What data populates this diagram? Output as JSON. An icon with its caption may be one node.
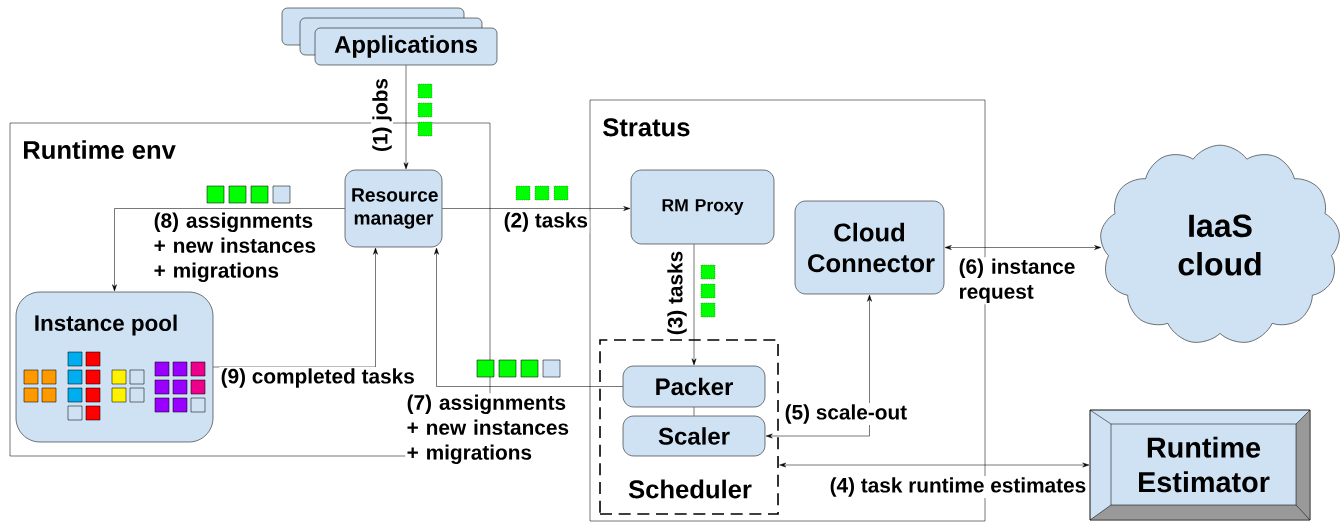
{
  "diagram": {
    "nodes": [
      {
        "text": [
          "Applications"
        ]
      },
      {
        "text": [
          "Runtime env"
        ]
      },
      {
        "text": [
          "Resource manager"
        ],
        "in": 1
      },
      {
        "text": [
          "Instance pool"
        ],
        "in": 1
      },
      {
        "text": [
          "Stratus"
        ]
      },
      {
        "text": [
          "RM Proxy"
        ],
        "in": 4
      },
      {
        "text": [
          "Cloud Connector"
        ],
        "in": 4
      },
      {
        "text": [
          "Scheduler"
        ],
        "in": 4
      },
      {
        "text": [
          "Packer"
        ],
        "in": 7
      },
      {
        "text": [
          "Scaler"
        ],
        "in": 7
      },
      {
        "text": [
          "IaaS cloud"
        ]
      },
      {
        "text": [
          "Runtime Estimator"
        ]
      }
    ],
    "edges": [
      {
        "from": 0,
        "to": 2,
        "arrow": "to",
        "label": "(1) jobs"
      },
      {
        "from": 2,
        "to": 5,
        "arrow": "to",
        "label": "(2) tasks"
      },
      {
        "from": 5,
        "to": 8,
        "arrow": "to",
        "label": "(3) tasks"
      },
      {
        "from": 7,
        "to": 11,
        "arrow": "both",
        "label": "(4) task runtime estimates"
      },
      {
        "from": 6,
        "to": 9,
        "arrow": "both",
        "label": "(5) scale-out"
      },
      {
        "from": 6,
        "to": 10,
        "arrow": "both",
        "label": "(6) instance request"
      },
      {
        "from": 8,
        "to": 2,
        "arrow": "to",
        "label": "(7) assignments + new instances + migrations"
      },
      {
        "from": 2,
        "to": 3,
        "arrow": "to",
        "label": "(8) assignments + new instances + migrations"
      },
      {
        "from": 3,
        "to": 2,
        "arrow": "to",
        "label": "(9) completed tasks"
      },
      {
        "from": 8,
        "to": 9,
        "arrow": "none"
      }
    ]
  }
}
